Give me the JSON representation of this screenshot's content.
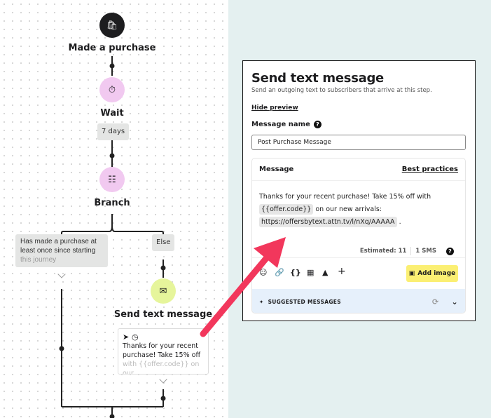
{
  "flow": {
    "trigger": {
      "label": "Made a purchase",
      "icon": "shopping-bag-icon"
    },
    "wait": {
      "label": "Wait",
      "duration": "7 days",
      "icon": "timer-icon"
    },
    "branch": {
      "label": "Branch",
      "icon": "branch-icon"
    },
    "branch_left": {
      "condition_line1": "Has made a purchase at",
      "condition_line2": "least once since starting",
      "condition_line3": "this journey"
    },
    "branch_right": {
      "label": "Else"
    },
    "send": {
      "label": "Send text message",
      "icon": "message-icon",
      "preview_line1": "Thanks for your recent",
      "preview_line2": "purchase! Take 15% off",
      "preview_line3": "with {{offer.code}} on our"
    }
  },
  "panel": {
    "title": "Send text message",
    "subtitle": "Send an outgoing text to subscribers that arrive at this step.",
    "hide_preview": "Hide preview",
    "message_name_label": "Message name",
    "message_name_value": "Post Purchase Message",
    "message_label": "Message",
    "best_practices": "Best practices",
    "message_text_1": "Thanks for your recent purchase! Take 15% off with",
    "token_offer": "{{offer.code}}",
    "message_text_2": " on our new arrivals:",
    "token_link": "https://offersbytext.attn.tv/l/nXq/AAAAA",
    "message_text_3": " .",
    "estimated": "Estimated: 11",
    "sms_count": "1 SMS",
    "add_image": "Add image",
    "suggested": "SUGGESTED MESSAGES"
  },
  "colors": {
    "wait": "#f1c9f0",
    "send": "#e6f59b",
    "arrow": "#f2375c",
    "add_image": "#fbef73",
    "suggested_bg": "#e6f0fb"
  }
}
